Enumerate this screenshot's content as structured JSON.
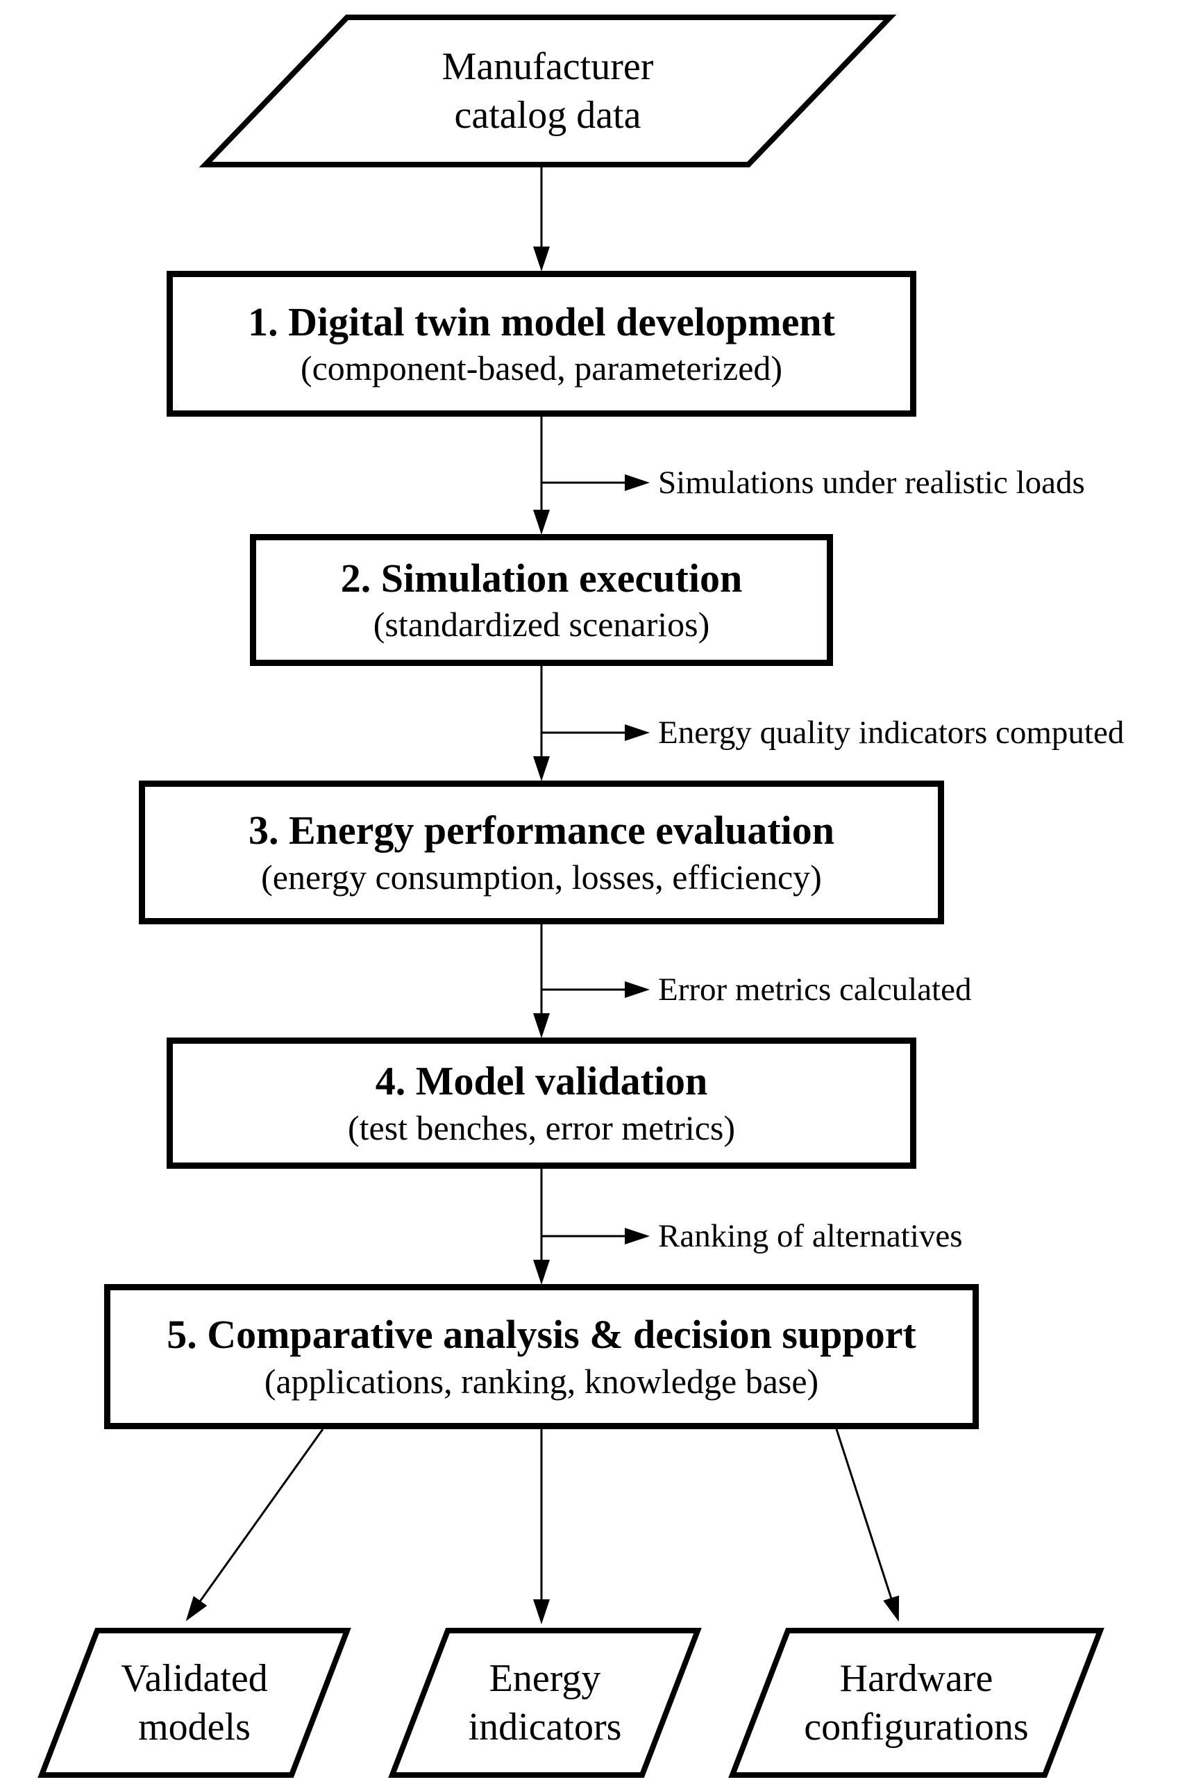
{
  "flowchart": {
    "colors": {
      "ink": "#000000",
      "background": "#ffffff"
    },
    "input": {
      "line1": "Manufacturer",
      "line2": "catalog data"
    },
    "steps": [
      {
        "title": "1. Digital twin model development",
        "subtitle": "(component-based, parameterized)"
      },
      {
        "title": "2. Simulation execution",
        "subtitle": "(standardized scenarios)"
      },
      {
        "title": "3. Energy performance evaluation",
        "subtitle": "(energy consumption, losses, efficiency)"
      },
      {
        "title": "4. Model validation",
        "subtitle": "(test benches, error metrics)"
      },
      {
        "title": "5. Comparative analysis & decision support",
        "subtitle": "(applications, ranking, knowledge base)"
      }
    ],
    "edge_labels": [
      "Simulations under realistic loads",
      "Energy quality indicators computed",
      "Error metrics calculated",
      "Ranking of alternatives"
    ],
    "outputs": [
      {
        "line1": "Validated",
        "line2": "models"
      },
      {
        "line1": "Energy",
        "line2": "indicators"
      },
      {
        "line1": "Hardware",
        "line2": "configurations"
      }
    ]
  }
}
